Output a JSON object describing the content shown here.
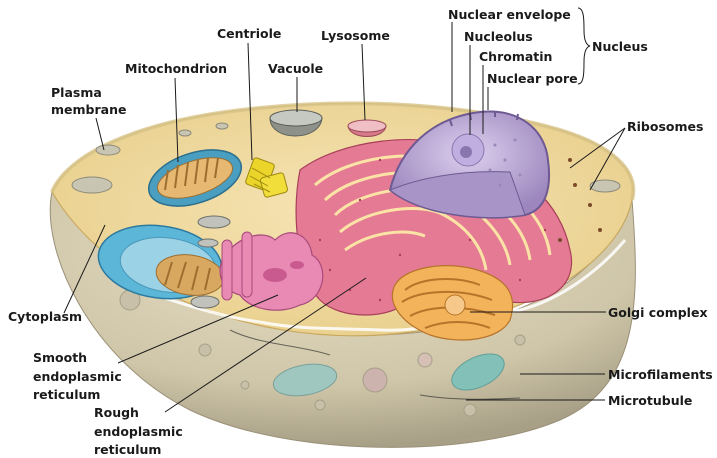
{
  "labels": {
    "nuclear_envelope": "Nuclear envelope",
    "nucleolus": "Nucleolus",
    "chromatin": "Chromatin",
    "nuclear_pore": "Nuclear pore",
    "nucleus": "Nucleus",
    "centriole": "Centriole",
    "lysosome": "Lysosome",
    "mitochondrion": "Mitochondrion",
    "vacuole": "Vacuole",
    "plasma_membrane_1": "Plasma",
    "plasma_membrane_2": "membrane",
    "ribosomes": "Ribosomes",
    "cytoplasm": "Cytoplasm",
    "golgi_complex": "Golgi complex",
    "smooth_er_1": "Smooth",
    "smooth_er_2": "endoplasmic",
    "smooth_er_3": "reticulum",
    "rough_er_1": "Rough",
    "rough_er_2": "endoplasmic",
    "rough_er_3": "reticulum",
    "microfilaments": "Microfilaments",
    "microtubule": "Microtubule"
  },
  "colors": {
    "cytoplasm_top": "#f0d9a0",
    "cell_body": "#ddd3b8",
    "nucleus": "#b7a2cf",
    "rough_er": "#d9627f",
    "mitochondrion": "#4a9ec0",
    "golgi": "#e89a40",
    "vacuole": "#9aa096",
    "centriole": "#e8d020"
  }
}
